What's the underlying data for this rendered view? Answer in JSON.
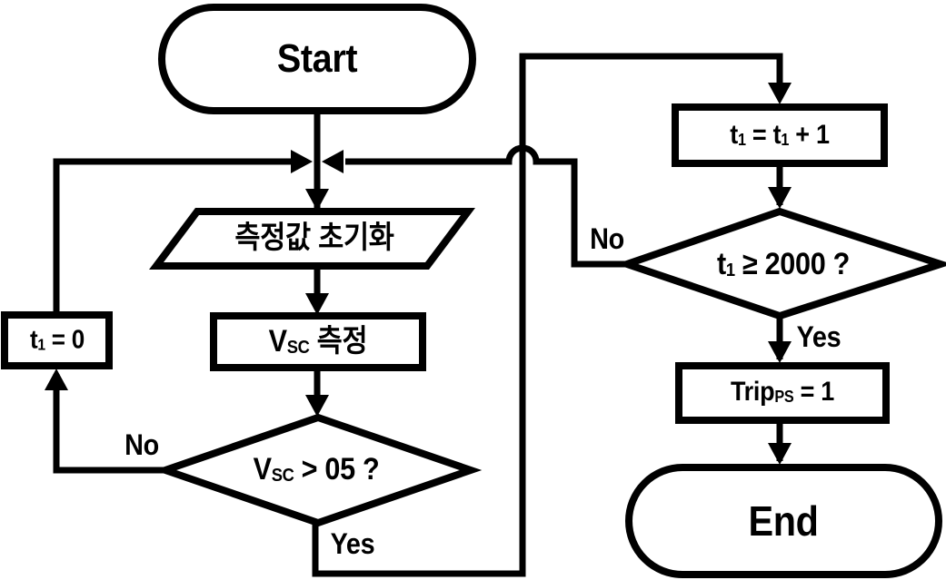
{
  "diagram": {
    "colors": {
      "background": "#ffffff",
      "stroke": "#000000",
      "text": "#000000"
    },
    "nodes": {
      "start": {
        "type": "terminator",
        "label": "Start"
      },
      "init": {
        "type": "input-output",
        "label": "측정값 초기화"
      },
      "measure": {
        "type": "process",
        "base": "V",
        "sub": "SC",
        "rest": " 측정"
      },
      "decision1": {
        "type": "decision",
        "base": "V",
        "sub": "SC",
        "rest": " > 05 ?"
      },
      "t1_zero": {
        "type": "process",
        "base": "t",
        "sub": "1",
        "rest": " = 0"
      },
      "t1_inc": {
        "type": "process",
        "base": "t",
        "sub": "1",
        "mid": " = t",
        "sub2": "1",
        "rest": " + 1"
      },
      "decision2": {
        "type": "decision",
        "base": "t",
        "sub": "1",
        "rest": " ≥ 2000 ?"
      },
      "trip": {
        "type": "process",
        "base": "Trip",
        "sub": "PS",
        "rest": " = 1"
      },
      "end": {
        "type": "terminator",
        "label": "End"
      }
    },
    "edge_labels": {
      "decision1_no": "No",
      "decision1_yes": "Yes",
      "decision2_no": "No",
      "decision2_yes": "Yes"
    }
  }
}
